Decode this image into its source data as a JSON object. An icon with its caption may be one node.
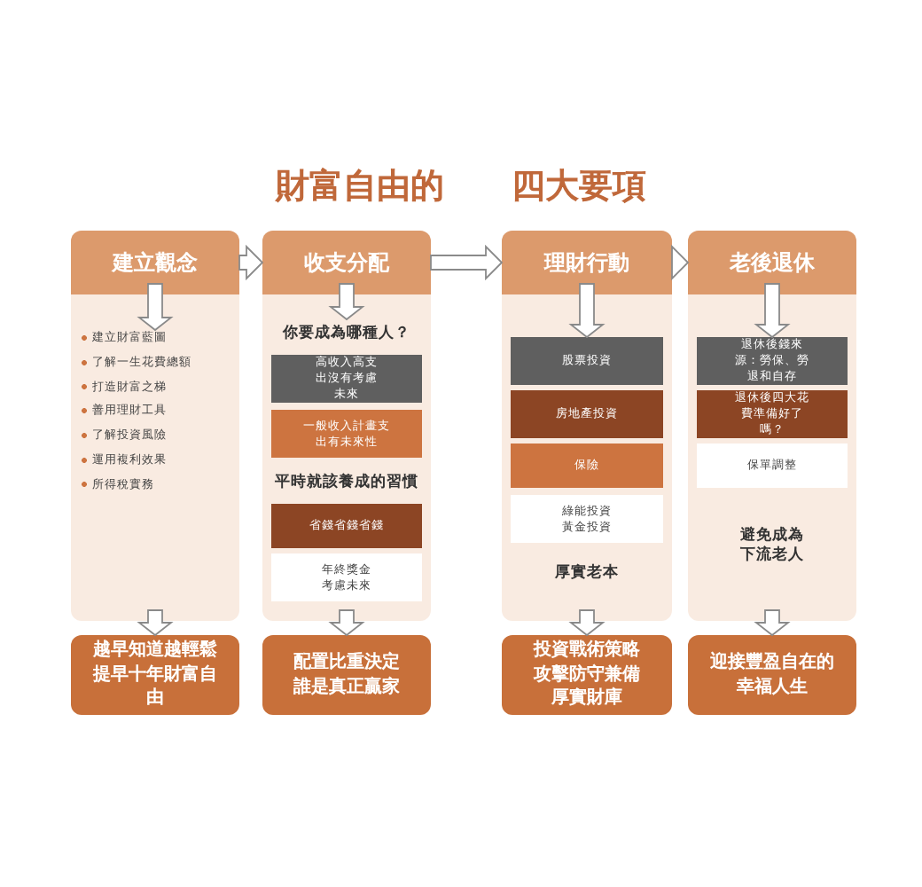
{
  "diagram": {
    "title": "財富自由的 四大要項",
    "nodes": [
      {
        "text": [],
        "shape": "box"
      },
      {
        "text": [
          "建立觀念"
        ],
        "in": 0
      },
      {
        "text": [
          "建立財富藍圖",
          "了解一生花費總額",
          "打造財富之梯",
          "善用理財工具",
          "了解投資風險",
          "運用複利效果",
          "所得稅實務"
        ],
        "in": 0
      },
      {
        "text": [],
        "shape": "box"
      },
      {
        "text": [
          "收支分配"
        ],
        "in": 3
      },
      {
        "text": [
          "你要成為哪種人？"
        ],
        "in": 3
      },
      {
        "text": [
          "高收入高支出沒有考慮未來"
        ],
        "in": 3
      },
      {
        "text": [
          "一般收入計畫支出有未來性"
        ],
        "in": 3
      },
      {
        "text": [
          "平時就該養成的習慣"
        ],
        "in": 3
      },
      {
        "text": [
          "省錢省錢省錢"
        ],
        "in": 3
      },
      {
        "text": [
          "年終獎金考慮未來"
        ],
        "in": 3
      },
      {
        "text": [],
        "shape": "box"
      },
      {
        "text": [
          "理財行動"
        ],
        "in": 11
      },
      {
        "text": [
          "股票投資"
        ],
        "in": 11
      },
      {
        "text": [
          "房地產投資"
        ],
        "in": 11
      },
      {
        "text": [
          "保險"
        ],
        "in": 11
      },
      {
        "text": [
          "綠能投資黃金投資"
        ],
        "in": 11
      },
      {
        "text": [
          "厚實老本"
        ],
        "in": 11
      },
      {
        "text": [],
        "shape": "box"
      },
      {
        "text": [
          "老後退休"
        ],
        "in": 18
      },
      {
        "text": [
          "退休後錢來源：勞保、勞退和自存"
        ],
        "in": 18
      },
      {
        "text": [
          "退休後四大花費準備好了嗎？"
        ],
        "in": 18
      },
      {
        "text": [
          "保單調整"
        ],
        "in": 18
      },
      {
        "text": [
          "避免成為下流老人"
        ],
        "in": 18
      },
      {
        "text": [
          "越早知道越輕鬆提早十年財富自由"
        ]
      },
      {
        "text": [
          "配置比重決定誰是真正贏家"
        ]
      },
      {
        "text": [
          "投資戰術策略攻擊防守兼備厚實財庫"
        ]
      },
      {
        "text": [
          "迎接豐盈自在的幸福人生"
        ]
      }
    ],
    "edges": [
      {
        "from": 1,
        "to": 4,
        "arrow": "to"
      },
      {
        "from": 4,
        "to": 12,
        "arrow": "to"
      },
      {
        "from": 12,
        "to": 19,
        "arrow": "to"
      },
      {
        "from": 1,
        "to": 2,
        "arrow": "to"
      },
      {
        "from": 4,
        "to": 5,
        "arrow": "to"
      },
      {
        "from": 12,
        "to": 13,
        "arrow": "to"
      },
      {
        "from": 19,
        "to": 20,
        "arrow": "to"
      },
      {
        "from": 0,
        "to": 24,
        "arrow": "to"
      },
      {
        "from": 3,
        "to": 25,
        "arrow": "to"
      },
      {
        "from": 11,
        "to": 26,
        "arrow": "to"
      },
      {
        "from": 18,
        "to": 27,
        "arrow": "to"
      }
    ]
  }
}
